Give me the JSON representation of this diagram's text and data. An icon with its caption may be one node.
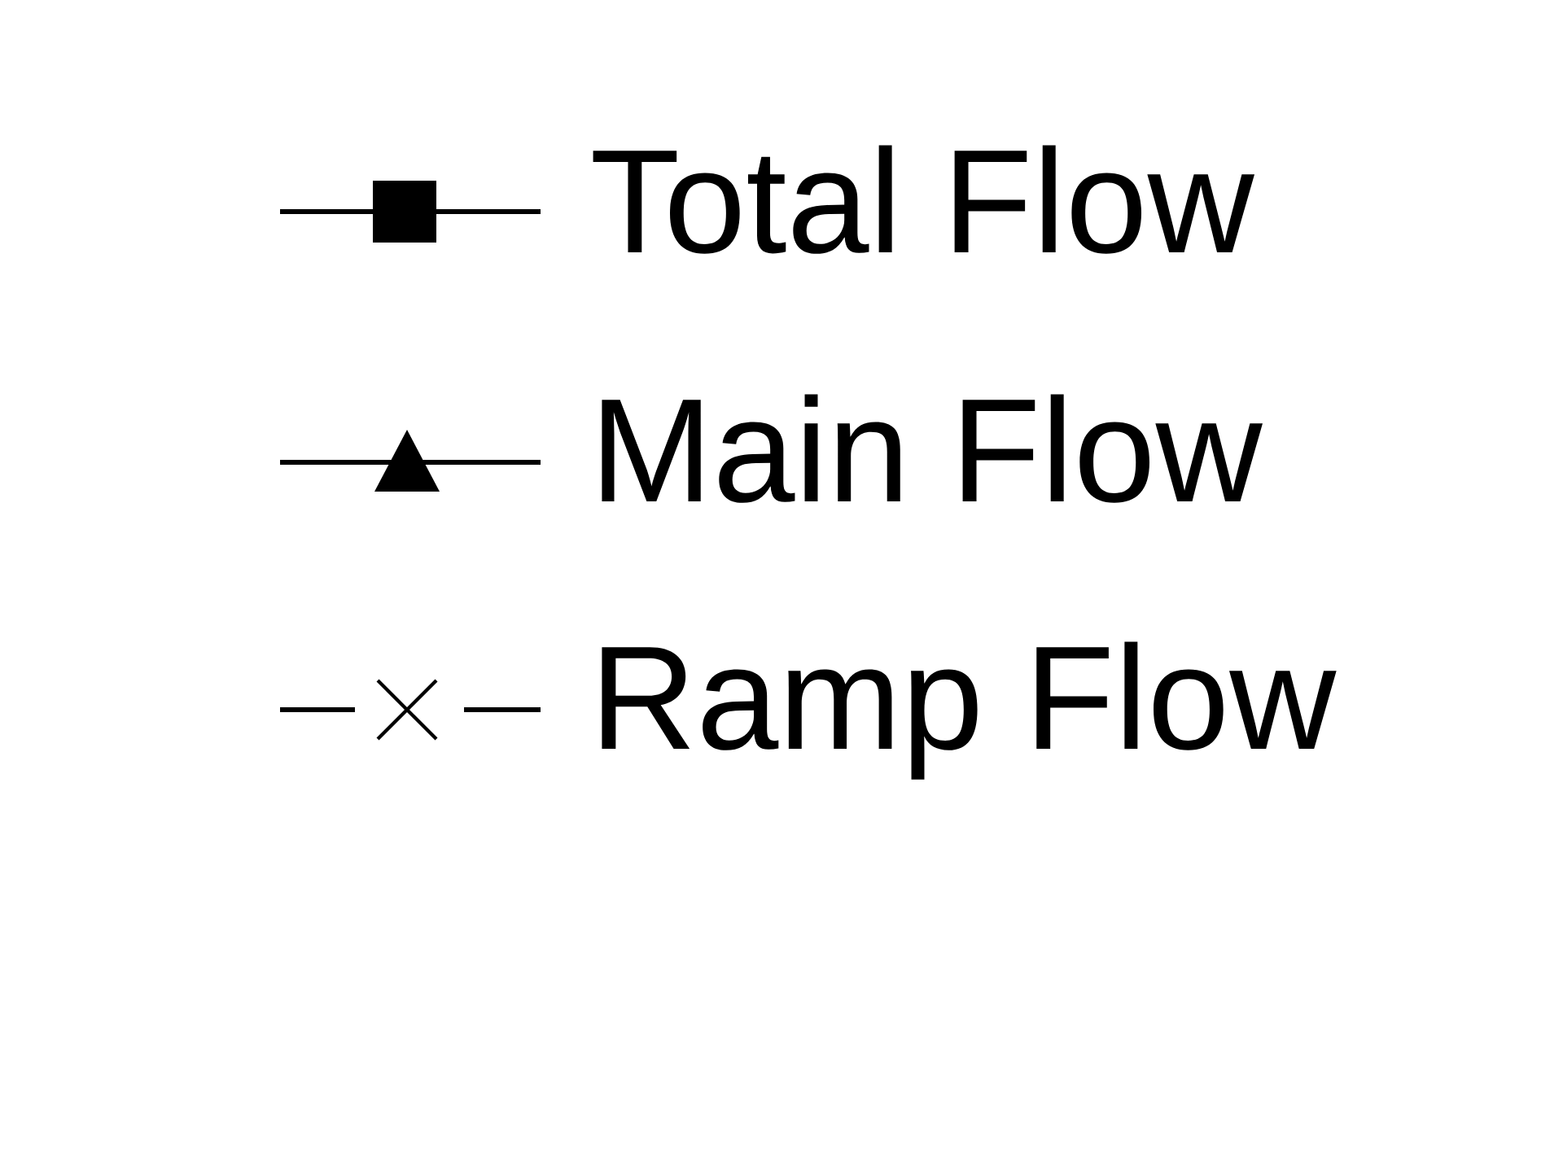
{
  "diagram": {
    "legend": [
      {
        "text": "Total Flow"
      },
      {
        "text": "Main Flow"
      },
      {
        "text": "Ramp Flow"
      }
    ]
  }
}
